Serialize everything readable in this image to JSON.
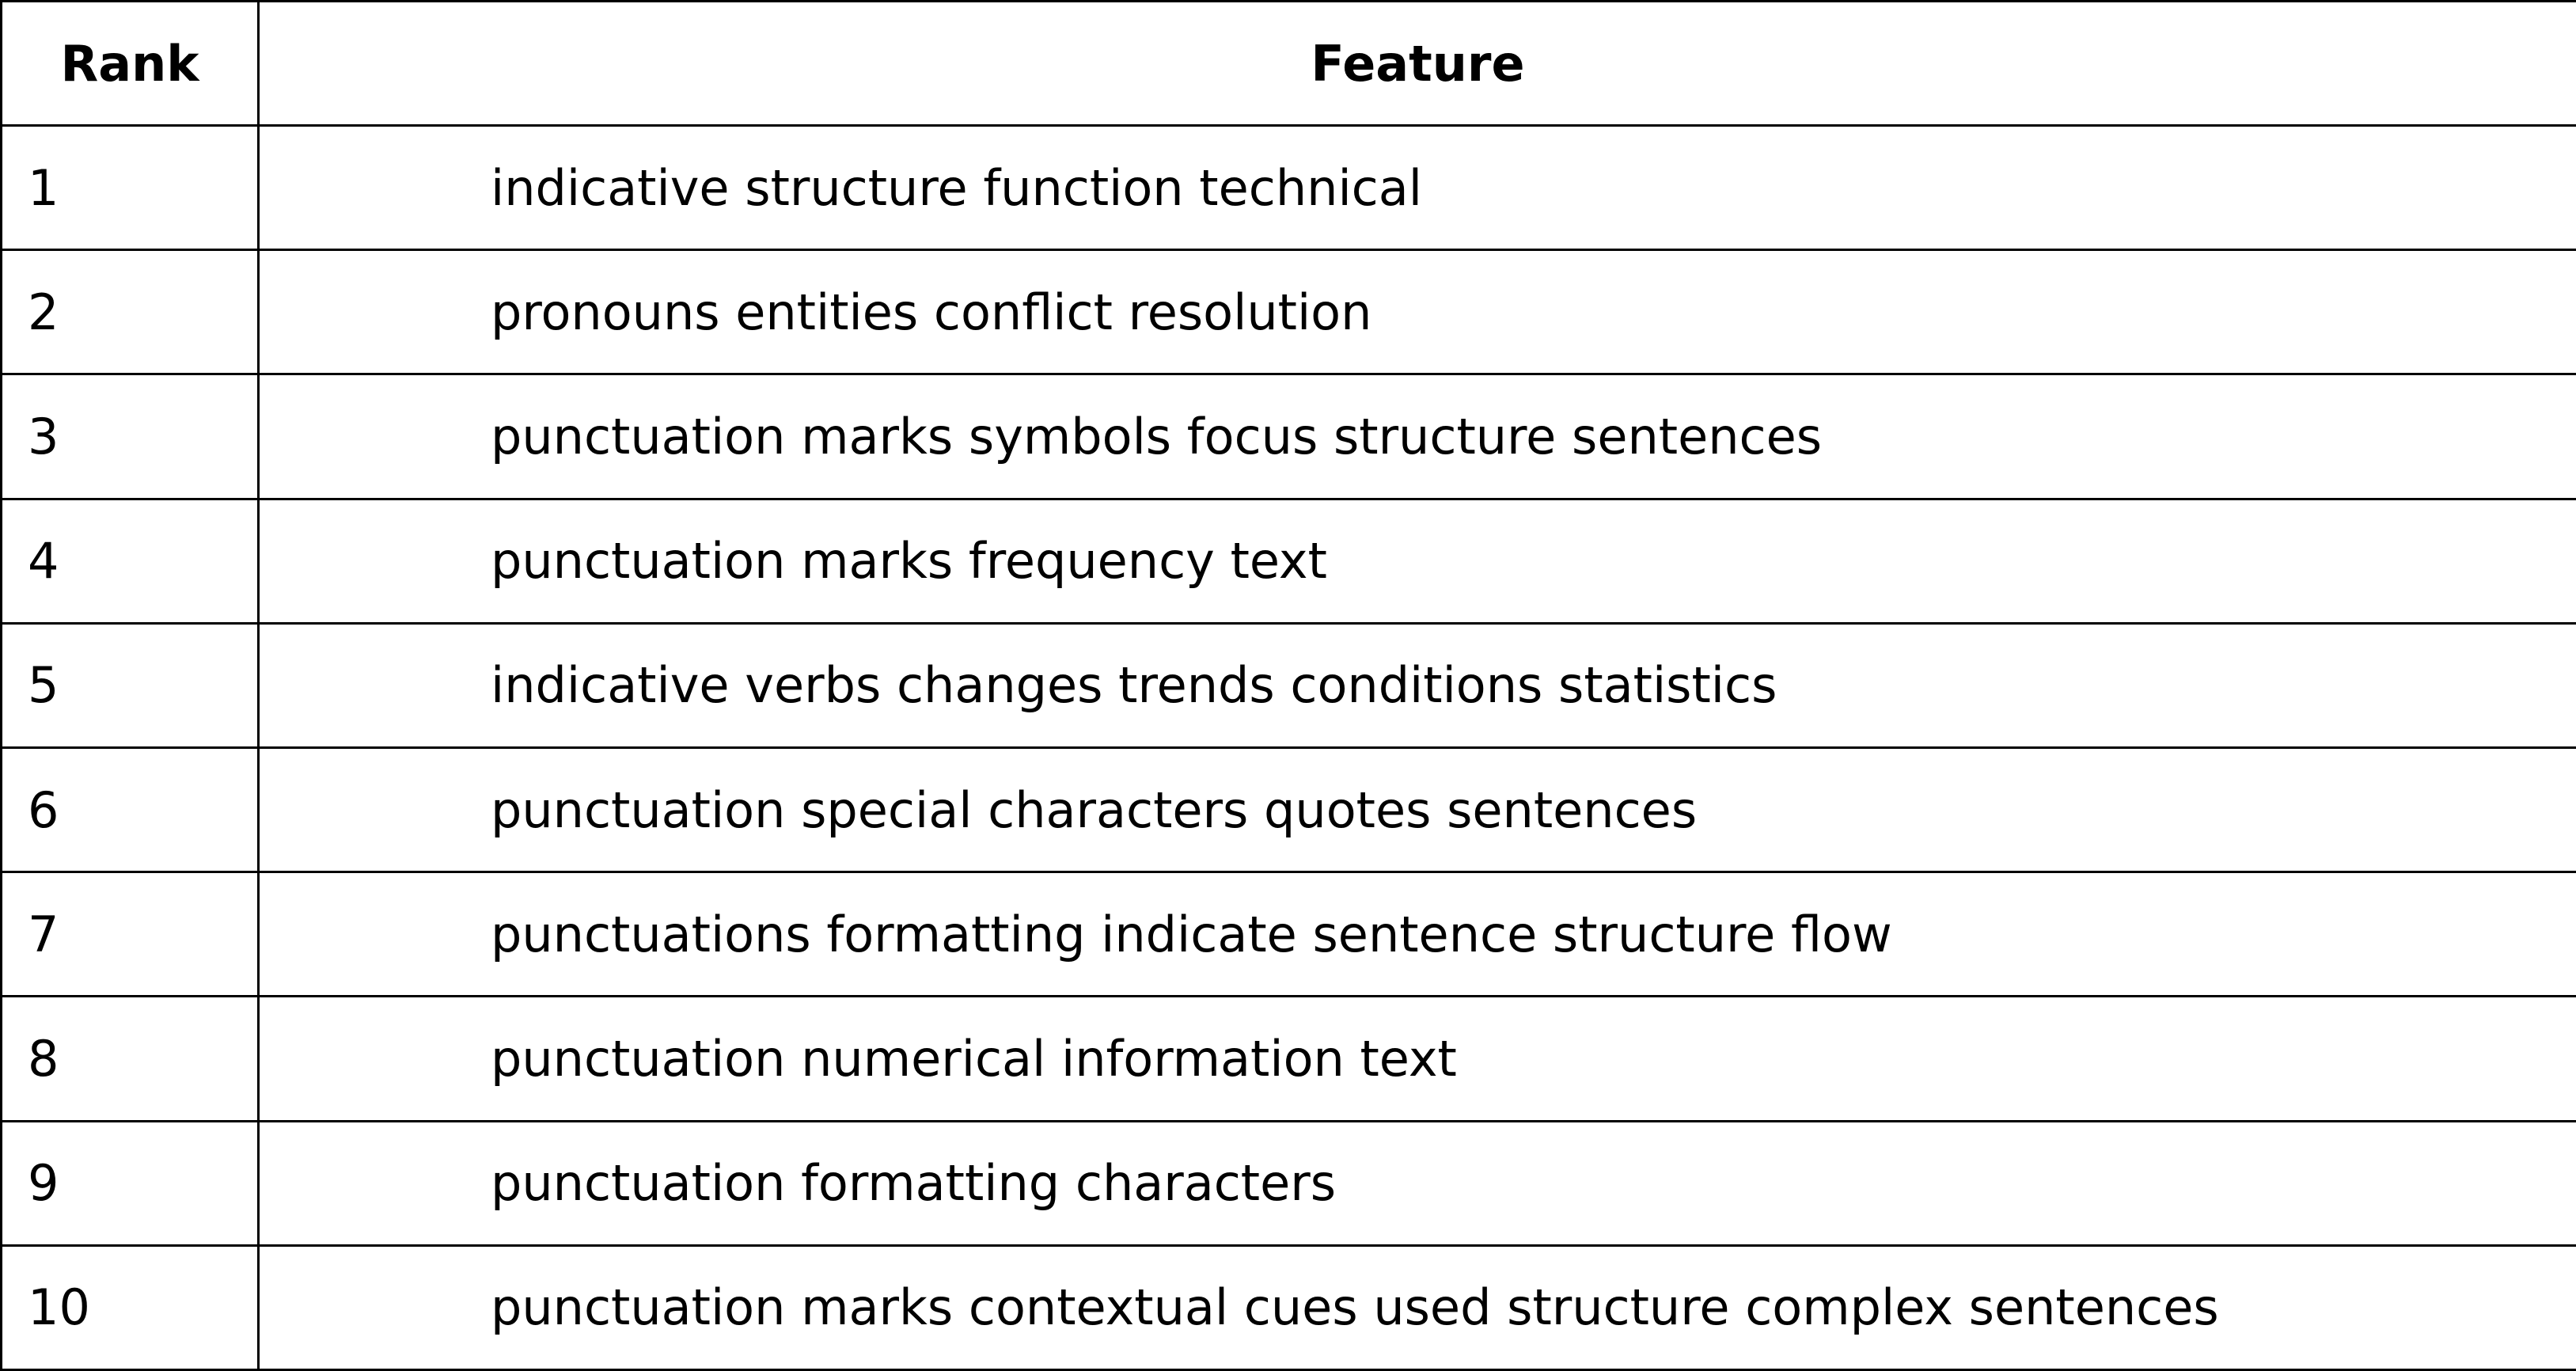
{
  "table": {
    "headers": {
      "rank": "Rank",
      "feature": "Feature"
    },
    "rows": [
      {
        "rank": "1",
        "feature": "indicative structure function technical"
      },
      {
        "rank": "2",
        "feature": "pronouns entities conflict resolution"
      },
      {
        "rank": "3",
        "feature": "punctuation marks symbols focus structure sentences"
      },
      {
        "rank": "4",
        "feature": "punctuation marks frequency text"
      },
      {
        "rank": "5",
        "feature": "indicative verbs changes trends conditions statistics"
      },
      {
        "rank": "6",
        "feature": "punctuation special characters quotes sentences"
      },
      {
        "rank": "7",
        "feature": "punctuations formatting indicate sentence structure flow"
      },
      {
        "rank": "8",
        "feature": "punctuation numerical information text"
      },
      {
        "rank": "9",
        "feature": "punctuation formatting characters"
      },
      {
        "rank": "10",
        "feature": "punctuation marks contextual cues used structure complex sentences"
      }
    ]
  }
}
